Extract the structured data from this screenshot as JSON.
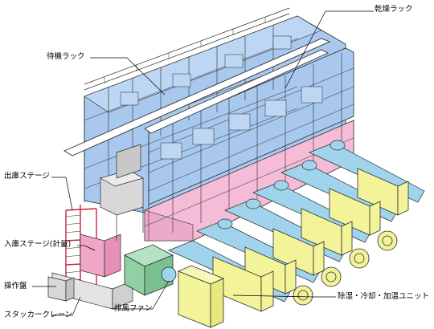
{
  "labels": {
    "drying_rack": "乾燥ラック",
    "standby_rack": "待機ラック",
    "outbound_stage": "出庫ステージ",
    "inbound_stage": "入庫ステージ(計量)",
    "control_panel": "操作盤",
    "stacker_crane": "スタッカークレーン",
    "exhaust_fan": "排風ファン",
    "dehumid_unit": "除湿・冷却・加温ユニット"
  },
  "colors": {
    "rack_blue": "#a8c8ee",
    "rack_pink": "#f4bcd6",
    "unit_yellow": "#f3f39a",
    "duct_blue": "#9fd4ec",
    "frame_green": "#8fd0a4",
    "crane_red": "#c0283a",
    "stage_pink": "#f1a6c8",
    "panel_gray": "#d8d8d8"
  }
}
